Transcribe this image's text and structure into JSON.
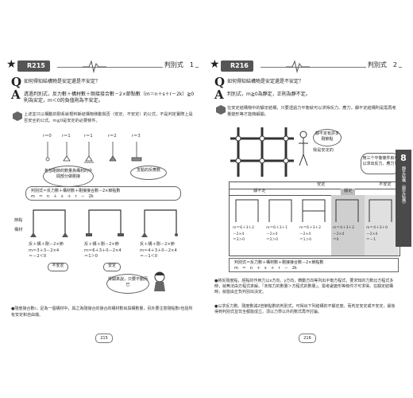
{
  "left_page": {
    "tag": "R215",
    "title": "判別式　1",
    "q_text": "如何得知結構物是安定還是不安定？",
    "a_text": "透過判別式，反力數＋構材數＋剛接接合數－2×節點數（m＝n＋s＋r－2k）≧0則為安定，m＜0的負值則為不安定。",
    "para": "上述並只以構動的剛系就根判斷結構物移動與否（安定、不安定）的公式，不是判定實際上是否安全的公式。m≧0是安定的必要條件。",
    "r_labels": [
      "r＝0",
      "r＝1",
      "r＝1",
      "r＝2",
      "r＝3"
    ],
    "bubble_left": "各部剛節的數量為構材的中間部分做剛接",
    "bubble_right": "支點的反應數",
    "formula_box": [
      "判別式＝反力數＋構材數＋剛接接合數－2×節點數",
      "m　＝　n　＋　s　＋　r　－　2k"
    ],
    "label_joint": "節點",
    "label_member": "構材",
    "eq1": [
      "反＋構＋剛－2×節",
      "m＝3＋3－2×4",
      "＝－2＜0"
    ],
    "eq2": [
      "反＋構＋剛－2×節",
      "m＝6＋3＋0－2×4",
      "＝1＞0"
    ],
    "eq3": [
      "反＋構＋剛－2×節",
      "m＝4＋3＋0－2×4",
      "＝－1＜0"
    ],
    "stamp_stable": "安定",
    "stamp_unstable": "不安定",
    "cartoon": "拆開來說，只要不動而已",
    "note": "●剛度接合數r，足為一個構材中，與之為剛接合的接合的構材數目與構數量，另外要注意剛點數r包括所有安定和自由端。",
    "page_num": "215"
  },
  "right_page": {
    "tag": "R216",
    "title": "判別式　2",
    "q_text": "如何得知結構物是安定還是不安定？",
    "a_text": "判別式，m≧0為靜定，正則為靜不定。",
    "para": "在安定結構物中的靜定結構，只要透過力平衡就可以求得反力、應力，靜不定結構則是需再考量變形等才能夠解開。",
    "bubble_top": "靜不定有許多剛節點",
    "label_stable": "我是安定的",
    "bubble_mid": "用三个平衡條件就可以求出反力、應力！",
    "table_header": [
      "安定",
      "不安定"
    ],
    "table_sub": [
      "靜不定",
      "靜定"
    ],
    "cells": [
      [
        "m＝6＋3＋2",
        "－2×4",
        "＝3＞0"
      ],
      [
        "m＝6＋3＋1",
        "－2×4",
        "＝2＞0"
      ],
      [
        "m＝6＋3＋2",
        "－2×4",
        "＝1＞0"
      ],
      [
        "m＝4＋3＋2",
        "－2×4",
        "＝0"
      ],
      [
        "m＝4＋3＋0",
        "－2×4",
        "＝－1"
      ]
    ],
    "formula_row": [
      "判別式＝反力數＋構材數＋剛接接合數－2×節點數",
      "m　＝　n　＋　s　＋　r　－　2k"
    ],
    "note1": "●將反剛度點，經點的作用力以x方向，y方向，轉動方向等列出平衡方程式，要求知的力數比方程式多時，就無法由方程式來解。「未知力的數量＞方程式的數量」。需考慮變形等條件才可求得。在靜定結構時，就能由正負判別出決定。",
    "note2": "●以求反力數、剛度數減2倍節點數的判別式，可得出下列結構的不靜定度。而判定安定或不安定，最後得到判別式並非全都能成立。須以力學以外的數式再作討論。",
    "page_num": "216"
  },
  "side_tab": {
    "number": "8",
    "label": "靜定結構（靜定結構）"
  }
}
